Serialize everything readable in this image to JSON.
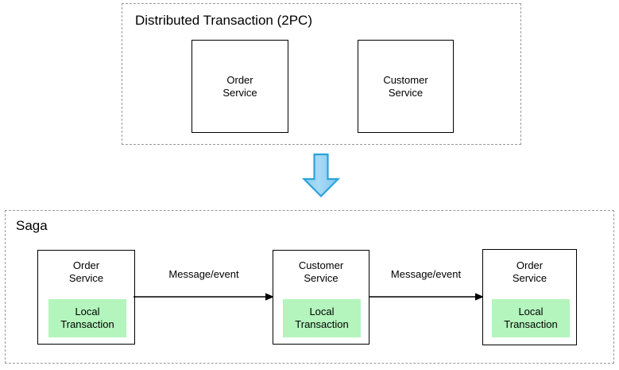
{
  "diagram": {
    "title_top": "Distributed Transaction (2PC)",
    "title_bottom": "Saga",
    "colors": {
      "local_transaction_fill": "#b3f5bc",
      "big_arrow_fill": "#a3d7f2",
      "big_arrow_stroke": "#2aa3dd",
      "box_stroke": "#000000",
      "container_stroke": "#9a9a9a",
      "background": "#ffffff"
    },
    "top_section": {
      "label": "Distributed Transaction (2PC)",
      "boxes": [
        {
          "name": "Order\nService"
        },
        {
          "name": "Customer\nService"
        }
      ]
    },
    "transition": {
      "icon": "down-arrow-icon"
    },
    "bottom_section": {
      "label": "Saga",
      "boxes": [
        {
          "name": "Order\nService",
          "local_transaction": "Local\nTransaction"
        },
        {
          "name": "Customer\nService",
          "local_transaction": "Local\nTransaction"
        },
        {
          "name": "Order\nService",
          "local_transaction": "Local\nTransaction"
        }
      ],
      "edges": [
        {
          "label": "Message/event"
        },
        {
          "label": "Message/event"
        }
      ]
    }
  }
}
